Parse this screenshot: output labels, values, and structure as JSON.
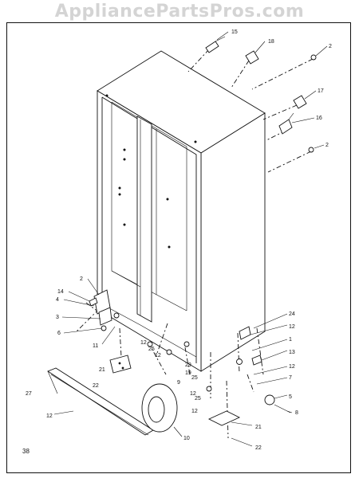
{
  "watermark": "AppliancePartsPros.com",
  "page_number": "38",
  "callouts": [
    "15",
    "18",
    "2",
    "17",
    "16",
    "2",
    "14",
    "4",
    "2",
    "3",
    "6",
    "11",
    "12",
    "25",
    "21",
    "22",
    "27",
    "12",
    "12",
    "25",
    "9",
    "12",
    "29",
    "19",
    "24",
    "12",
    "1",
    "13",
    "12",
    "7",
    "5",
    "8",
    "25",
    "12",
    "10",
    "21",
    "22"
  ]
}
